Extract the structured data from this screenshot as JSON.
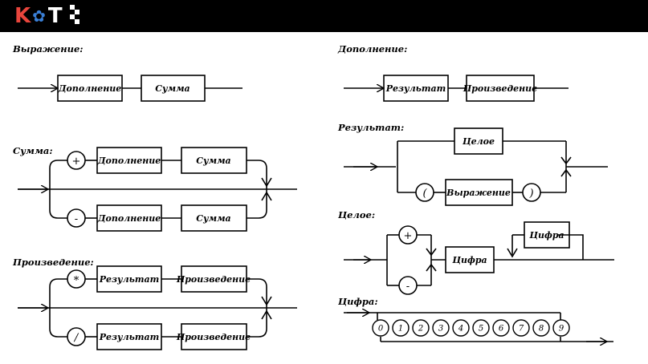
{
  "brand": {
    "logo_text_k": "K",
    "logo_text_t": "T",
    "logo_icon": "paw-icon"
  },
  "rules": {
    "vyrazhenie": {
      "title": "Выражение:",
      "boxes": [
        "Дополнение",
        "Сумма"
      ]
    },
    "summa": {
      "title": "Сумма:",
      "branches": [
        {
          "op": "+",
          "boxes": [
            "Дополнение",
            "Сумма"
          ]
        },
        {
          "op": "-",
          "boxes": [
            "Дополнение",
            "Сумма"
          ]
        }
      ]
    },
    "proizvedenie": {
      "title": "Произведение:",
      "branches": [
        {
          "op": "*",
          "boxes": [
            "Результат",
            "Произведение"
          ]
        },
        {
          "op": "/",
          "boxes": [
            "Результат",
            "Произведение"
          ]
        }
      ]
    },
    "dopolnenie": {
      "title": "Дополнение:",
      "boxes": [
        "Результат",
        "Произведение"
      ]
    },
    "rezultat": {
      "title": "Результат:",
      "top_box": "Целое",
      "open_paren": "(",
      "inner_box": "Выражение",
      "close_paren": ")"
    },
    "tseloe": {
      "title": "Целое:",
      "ops": [
        "+",
        "-"
      ],
      "box": "Цифра",
      "loop_box": "Цифра"
    },
    "tsifra": {
      "title": "Цифра:",
      "digits": [
        "0",
        "1",
        "2",
        "3",
        "4",
        "5",
        "6",
        "7",
        "8",
        "9"
      ]
    }
  }
}
